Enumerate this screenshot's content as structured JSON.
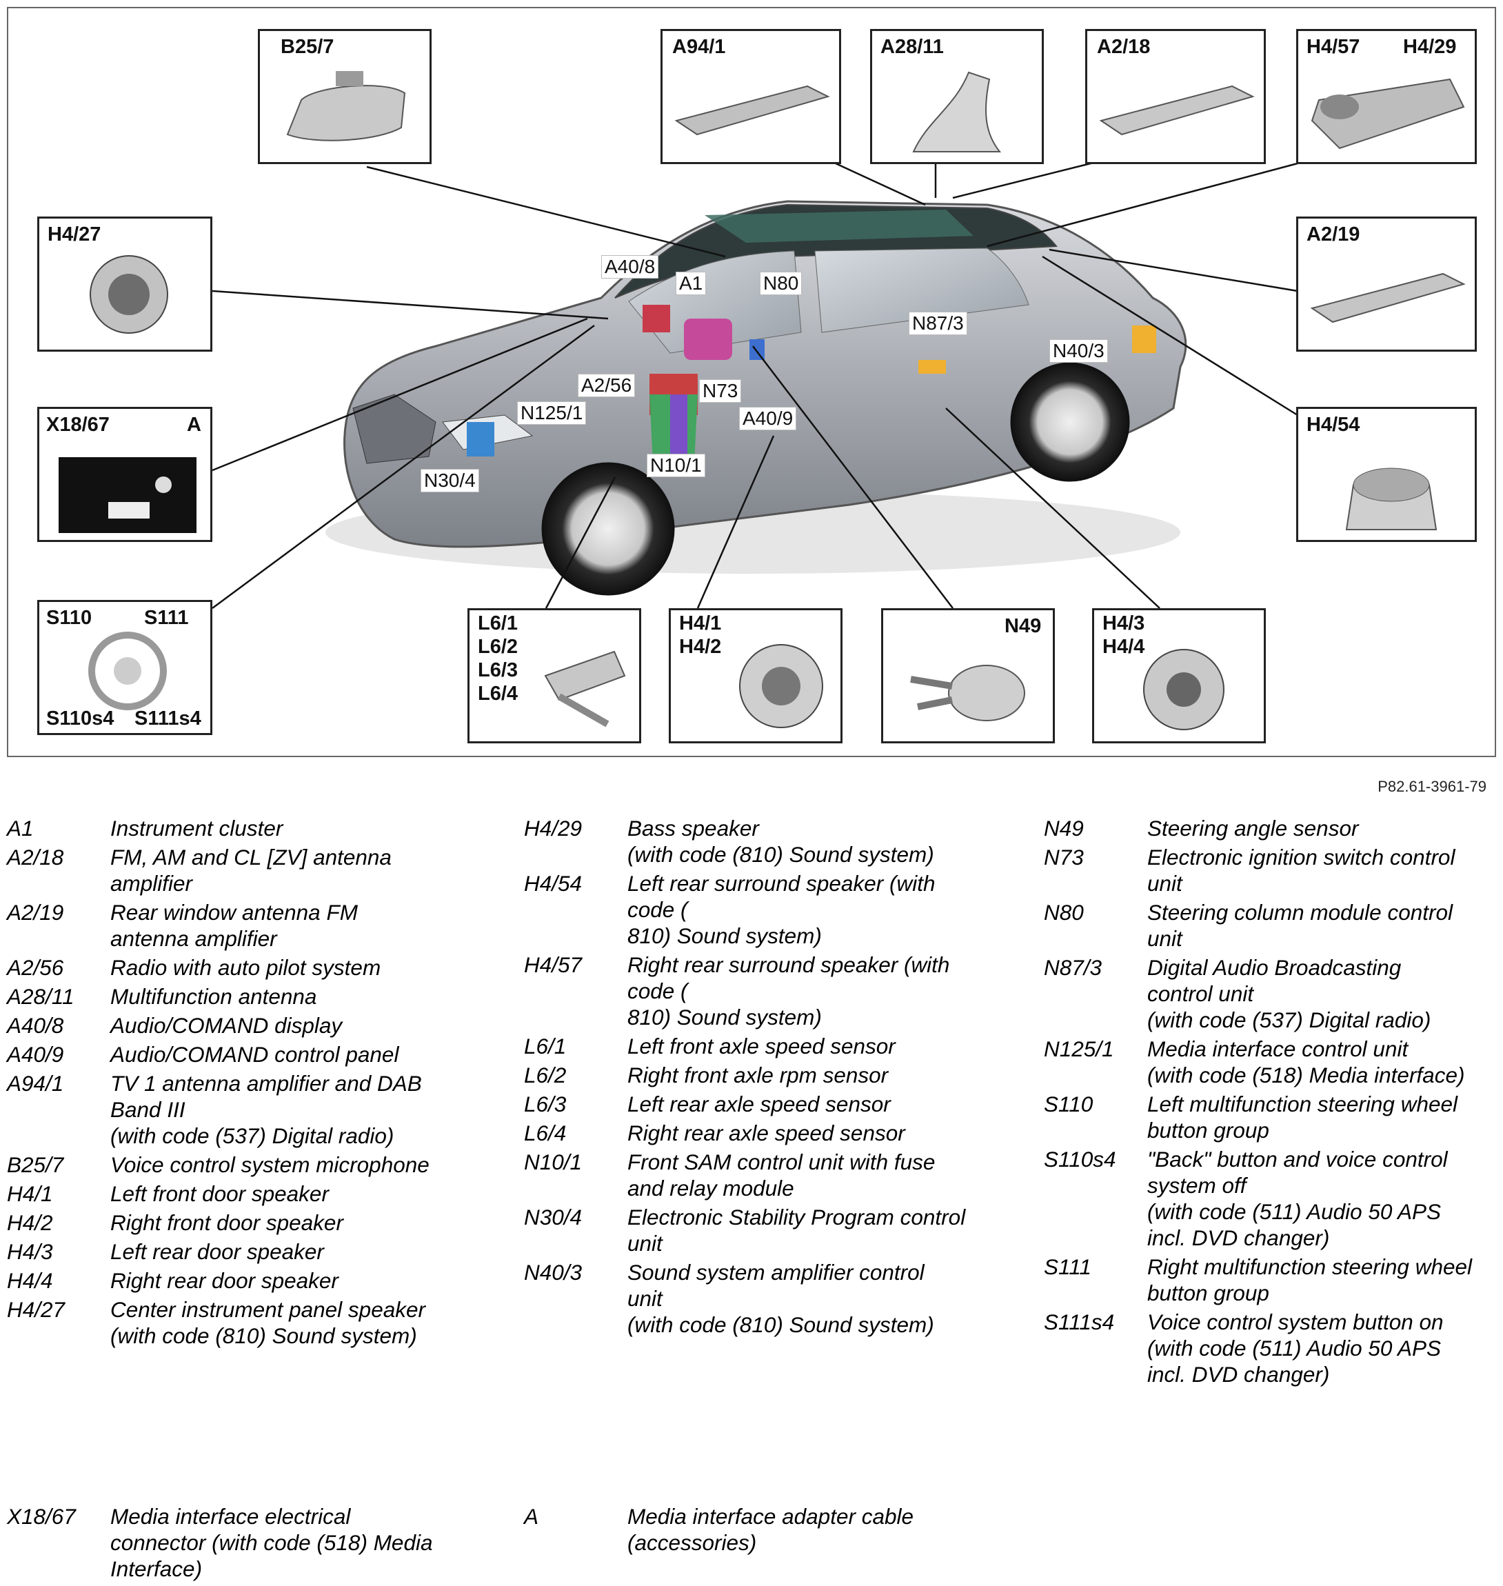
{
  "figure": {
    "reference": "P82.61-3961-79",
    "callouts": [
      {
        "id": "B25/7",
        "label": "B25/7"
      },
      {
        "id": "A94/1",
        "label": "A94/1"
      },
      {
        "id": "A28/11",
        "label": "A28/11"
      },
      {
        "id": "A2/18",
        "label": "A2/18"
      },
      {
        "id": "H4/57",
        "label": "H4/57"
      },
      {
        "id": "H4/29",
        "label": "H4/29"
      },
      {
        "id": "H4/27",
        "label": "H4/27"
      },
      {
        "id": "A2/19",
        "label": "A2/19"
      },
      {
        "id": "X18/67",
        "label": "X18/67"
      },
      {
        "id": "A",
        "label": "A"
      },
      {
        "id": "H4/54",
        "label": "H4/54"
      },
      {
        "id": "S110",
        "label": "S110"
      },
      {
        "id": "S111",
        "label": "S111"
      },
      {
        "id": "S110s4",
        "label": "S110s4"
      },
      {
        "id": "S111s4",
        "label": "S111s4"
      },
      {
        "id": "L6",
        "label": "L6/1\nL6/2\nL6/3\nL6/4"
      },
      {
        "id": "H4/1-2",
        "label": "H4/1\nH4/2"
      },
      {
        "id": "N49",
        "label": "N49"
      },
      {
        "id": "H4/3-4",
        "label": "H4/3\nH4/4"
      }
    ],
    "car_tags": [
      "A40/8",
      "A1",
      "N80",
      "N87/3",
      "N40/3",
      "A2/56",
      "N73",
      "N125/1",
      "A40/9",
      "N10/1",
      "N30/4"
    ]
  },
  "legend": {
    "col1": [
      {
        "code": "A1",
        "desc": "Instrument cluster"
      },
      {
        "code": "A2/18",
        "desc": "FM, AM and CL [ZV] antenna\namplifier"
      },
      {
        "code": "A2/19",
        "desc": "Rear window antenna FM\nantenna amplifier"
      },
      {
        "code": "A2/56",
        "desc": "Radio with auto pilot system"
      },
      {
        "code": "A28/11",
        "desc": "Multifunction antenna"
      },
      {
        "code": "A40/8",
        "desc": "Audio/COMAND display"
      },
      {
        "code": "A40/9",
        "desc": "Audio/COMAND control panel"
      },
      {
        "code": "A94/1",
        "desc": "TV 1 antenna amplifier and DAB\nBand III\n(with code (537) Digital radio)"
      },
      {
        "code": "B25/7",
        "desc": "Voice control system microphone"
      },
      {
        "code": "H4/1",
        "desc": "Left front door speaker"
      },
      {
        "code": "H4/2",
        "desc": "Right front door speaker"
      },
      {
        "code": "H4/3",
        "desc": "Left rear door speaker"
      },
      {
        "code": "H4/4",
        "desc": "Right rear door speaker"
      },
      {
        "code": "H4/27",
        "desc": "Center instrument panel speaker\n(with code (810) Sound system)"
      }
    ],
    "col2": [
      {
        "code": "H4/29",
        "desc": "Bass speaker\n(with code (810) Sound system)"
      },
      {
        "code": "H4/54",
        "desc": "Left rear surround speaker (with\ncode (\n810) Sound system)"
      },
      {
        "code": "H4/57",
        "desc": "Right rear surround speaker (with\ncode (\n810) Sound system)"
      },
      {
        "code": "L6/1",
        "desc": "Left front axle speed sensor"
      },
      {
        "code": "L6/2",
        "desc": "Right front axle rpm sensor"
      },
      {
        "code": "L6/3",
        "desc": "Left rear axle speed sensor"
      },
      {
        "code": "L6/4",
        "desc": "Right rear axle speed sensor"
      },
      {
        "code": "N10/1",
        "desc": "Front SAM control unit with fuse\nand relay module"
      },
      {
        "code": "N30/4",
        "desc": "Electronic Stability Program control\nunit"
      },
      {
        "code": "N40/3",
        "desc": "Sound system amplifier control\nunit\n(with code (810) Sound system)"
      }
    ],
    "col3": [
      {
        "code": "N49",
        "desc": "Steering angle sensor"
      },
      {
        "code": "N73",
        "desc": "Electronic ignition switch control\nunit"
      },
      {
        "code": "N80",
        "desc": "Steering column module control\nunit"
      },
      {
        "code": "N87/3",
        "desc": "Digital Audio Broadcasting\ncontrol unit\n(with code (537) Digital radio)"
      },
      {
        "code": "N125/1",
        "desc": "Media interface control unit\n(with code (518) Media interface)"
      },
      {
        "code": "S110",
        "desc": "Left multifunction steering wheel\nbutton group"
      },
      {
        "code": "S110s4",
        "desc": "\"Back\" button and voice control\nsystem off\n(with code (511) Audio 50 APS\nincl. DVD changer)"
      },
      {
        "code": "S111",
        "desc": "Right multifunction steering wheel\nbutton group"
      },
      {
        "code": "S111s4",
        "desc": "Voice control system button on\n(with code (511) Audio 50 APS\nincl. DVD changer)"
      }
    ],
    "bottom": [
      {
        "code": "X18/67",
        "desc": "Media interface electrical\nconnector (with code (518) Media\nInterface)"
      },
      {
        "code": "A",
        "desc": "Media interface adapter cable\n(accessories)"
      }
    ]
  }
}
